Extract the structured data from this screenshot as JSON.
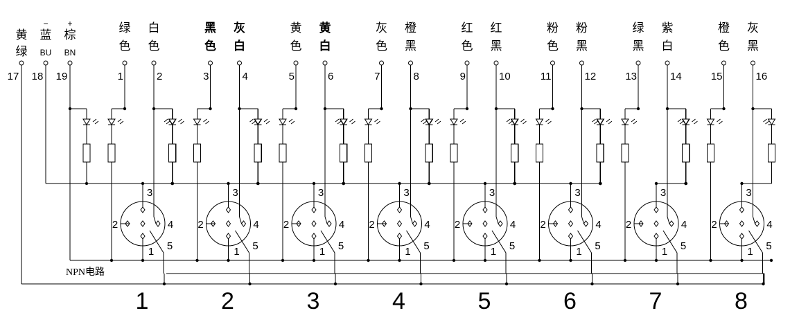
{
  "common_terminals": [
    {
      "top": "黄",
      "bottom": "绿",
      "number": "17"
    },
    {
      "top": "蓝",
      "bottom": "BU",
      "number": "18",
      "sign": "−"
    },
    {
      "top": "棕",
      "bottom": "BN",
      "number": "19",
      "sign": "+"
    }
  ],
  "channels": [
    {
      "label": "1",
      "a": {
        "top": "绿",
        "bottom": "色",
        "number": "1"
      },
      "b": {
        "top": "白",
        "bottom": "色",
        "number": "2"
      }
    },
    {
      "label": "2",
      "a": {
        "top": "黑",
        "bottom": "色",
        "number": "3",
        "bold": true
      },
      "b": {
        "top": "灰",
        "bottom": "白",
        "number": "4",
        "bold": true
      }
    },
    {
      "label": "3",
      "a": {
        "top": "黄",
        "bottom": "色",
        "number": "5"
      },
      "b": {
        "top": "黄",
        "bottom": "白",
        "number": "6",
        "bold": true
      }
    },
    {
      "label": "4",
      "a": {
        "top": "灰",
        "bottom": "色",
        "number": "7"
      },
      "b": {
        "top": "橙",
        "bottom": "黑",
        "number": "8"
      }
    },
    {
      "label": "5",
      "a": {
        "top": "红",
        "bottom": "色",
        "number": "9"
      },
      "b": {
        "top": "红",
        "bottom": "黑",
        "number": "10"
      }
    },
    {
      "label": "6",
      "a": {
        "top": "粉",
        "bottom": "色",
        "number": "11"
      },
      "b": {
        "top": "粉",
        "bottom": "黑",
        "number": "12"
      }
    },
    {
      "label": "7",
      "a": {
        "top": "绿",
        "bottom": "黑",
        "number": "13"
      },
      "b": {
        "top": "紫",
        "bottom": "白",
        "number": "14"
      }
    },
    {
      "label": "8",
      "a": {
        "top": "橙",
        "bottom": "色",
        "number": "15"
      },
      "b": {
        "top": "灰",
        "bottom": "黑",
        "number": "16"
      }
    }
  ],
  "connector_pins": [
    "1",
    "2",
    "3",
    "4",
    "5"
  ],
  "circuit_label": "NPN电路"
}
